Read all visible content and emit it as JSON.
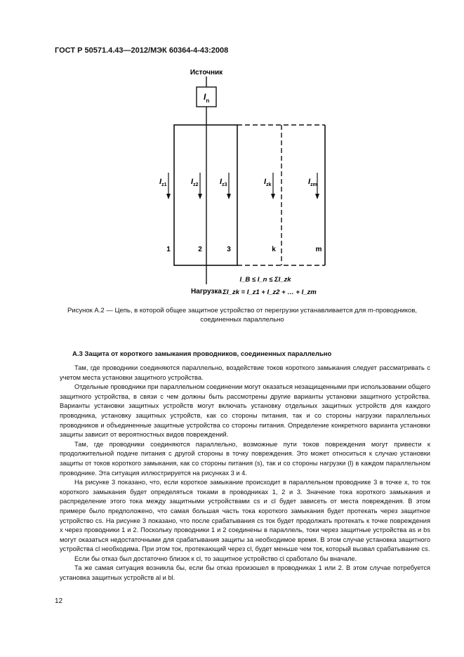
{
  "header": "ГОСТ Р 50571.4.43—2012/МЭК 60364-4-43:2008",
  "diagram": {
    "source_label": "Источник",
    "load_label": "Нагрузка",
    "device_label": "I",
    "device_sub": "n",
    "currents": [
      {
        "main": "I",
        "sub": "z1"
      },
      {
        "main": "I",
        "sub": "z2"
      },
      {
        "main": "I",
        "sub": "z3"
      },
      {
        "main": "I",
        "sub": "zk"
      },
      {
        "main": "I",
        "sub": "zm"
      }
    ],
    "conductor_numbers": [
      "1",
      "2",
      "3",
      "k",
      "m"
    ],
    "formula1": "I_B ≤ I_n ≤ ΣI_zk",
    "formula2": "ΣI_zk = I_z1 + I_z2 + … + I_zm"
  },
  "caption_line1": "Рисунок А.2 — Цепь, в которой общее защитное устройство от перегрузки устанавливается для m-проводников,",
  "caption_line2": "соединенных параллельно",
  "section_title": "А.3  Защита от короткого замыкания проводников, соединенных параллельно",
  "paragraphs": [
    "Там, где проводники соединяются параллельно, воздействие токов короткого замыкания следует рассматривать с учетом места установки защитного устройства.",
    "Отдельные проводники при параллельном соединении могут оказаться незащищенными при использовании общего защитного устройства, в связи с чем должны быть рассмотрены другие варианты установки защитного устройства. Варианты установки защитных устройств могут включать установку отдельных защитных устройств для каждого проводника, установку защитных устройств, как со стороны питания, так и со стороны нагрузки параллельных проводников и объединенные защитные устройства со стороны питания. Определение конкретного варианта установки защиты зависит от вероятностных видов повреждений.",
    "Там, где проводники соединяются параллельно, возможные пути токов повреждения могут привести к продолжительной подаче питания с другой стороны в точку повреждения. Это может относиться к случаю установки защиты от токов короткого замыкания, как со стороны питания (s), так и со стороны нагрузки (l) в каждом параллельном проводнике. Эта ситуация иллюстрируется на рисунках 3 и 4.",
    "На рисунке 3 показано, что, если короткое замыкание происходит в параллельном проводнике 3 в точке x, то ток короткого замыкания будет определяться токами в проводниках 1, 2 и 3. Значение тока короткого замыкания и распределение этого тока между защитными устройствами cs и cl будет зависеть от места повреждения. В этом примере было предположено, что самая большая часть тока короткого замыкания будет протекать через защитное устройство cs. На рисунке 3 показано, что после срабатывания cs ток будет продолжать протекать к точке повреждения x через проводники 1 и 2. Поскольку проводники 1 и 2 соединены в параллель, токи через защитные устройства as и bs могут оказаться недостаточными для срабатывания защиты за необходимое время. В этом случае установка защитного устройства cl необходима. При этом ток, протекающий через cl, будет меньше чем ток, который вызвал срабатывание cs.",
    "Если бы отказ был достаточно близок к cl, то защитное устройство cl сработало бы вначале.",
    "Та же самая ситуация возникла бы, если бы отказ произошел в проводниках 1 или 2. В этом случае потребуется установка защитных устройств al и bl."
  ],
  "page_number": "12"
}
